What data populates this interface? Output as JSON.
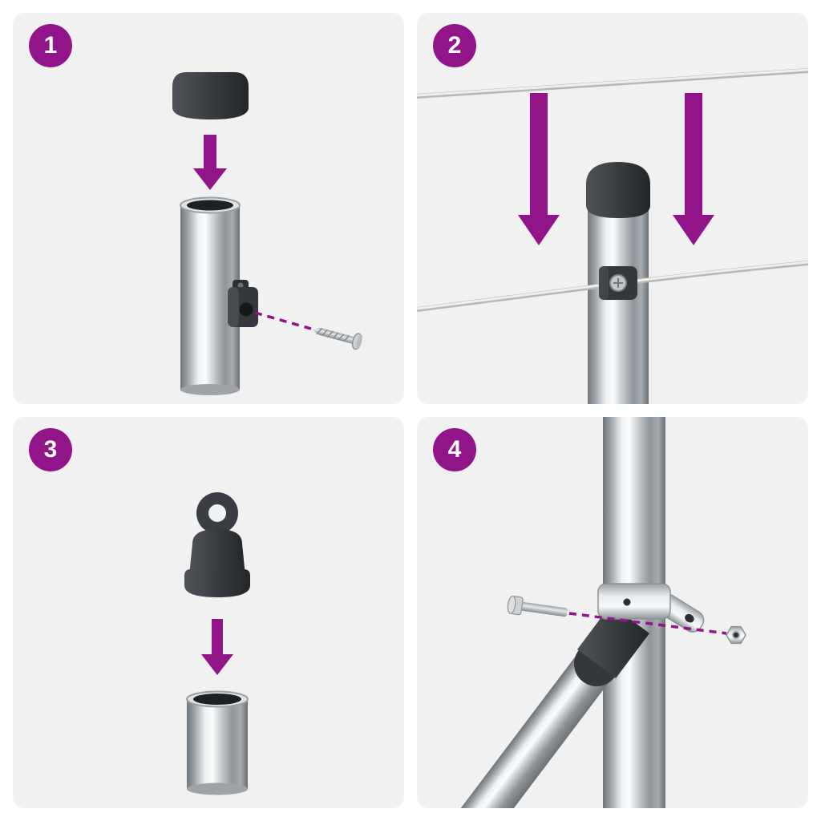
{
  "steps": [
    {
      "number": "1",
      "parts": [
        "post-cap",
        "metal-post",
        "wire-clamp",
        "screw",
        "down-arrow",
        "guide-line"
      ]
    },
    {
      "number": "2",
      "parts": [
        "tension-wire-top",
        "down-arrow-left",
        "down-arrow-right",
        "post-cap",
        "metal-post",
        "wire-clamp",
        "tension-wire"
      ]
    },
    {
      "number": "3",
      "parts": [
        "eyelet-cap",
        "down-arrow",
        "metal-post"
      ]
    },
    {
      "number": "4",
      "parts": [
        "metal-post",
        "brace-pole",
        "brace-connector",
        "clamp-strap",
        "bolt",
        "nut",
        "guide-line"
      ]
    }
  ],
  "colors": {
    "accent": "#911489",
    "panel_background": "#F1F1F2",
    "badge_text": "#FFFFFF",
    "part_dark": "#34383C",
    "metal_highlight": "#FAFCFD",
    "metal_shadow": "#6B7075",
    "wire": "#EFEFEB"
  }
}
